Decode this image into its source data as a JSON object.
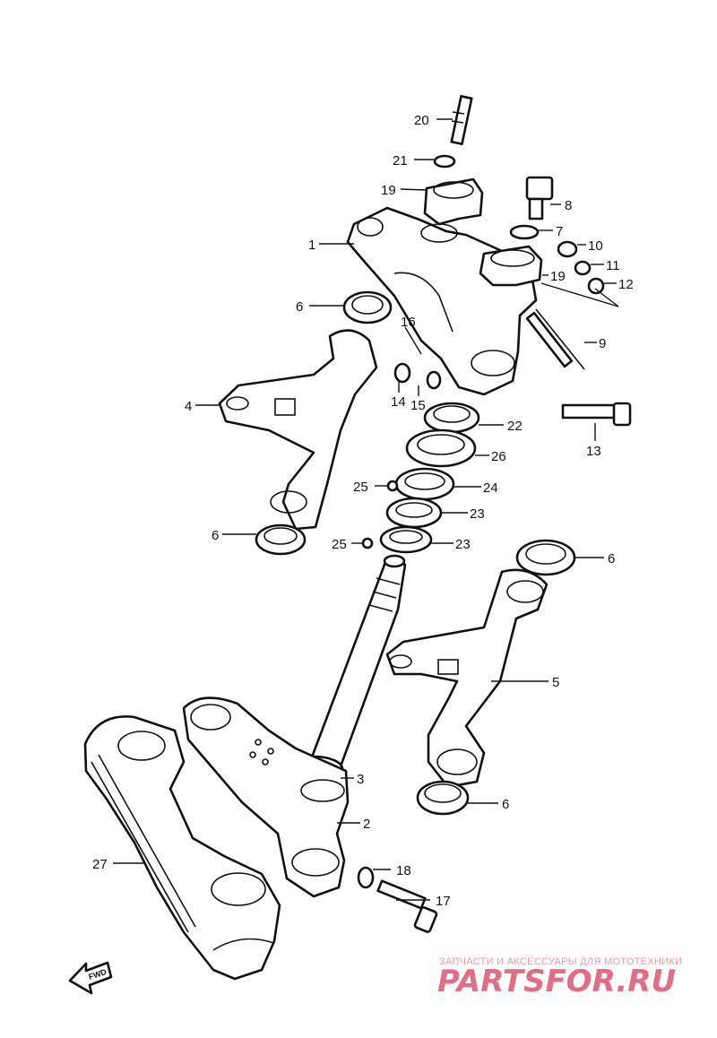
{
  "callouts": [
    {
      "id": "20",
      "label": "20"
    },
    {
      "id": "21",
      "label": "21"
    },
    {
      "id": "19a",
      "label": "19"
    },
    {
      "id": "8",
      "label": "8"
    },
    {
      "id": "7",
      "label": "7"
    },
    {
      "id": "1",
      "label": "1"
    },
    {
      "id": "10",
      "label": "10"
    },
    {
      "id": "11",
      "label": "11"
    },
    {
      "id": "19b",
      "label": "19"
    },
    {
      "id": "12",
      "label": "12"
    },
    {
      "id": "6a",
      "label": "6"
    },
    {
      "id": "16",
      "label": "16"
    },
    {
      "id": "9",
      "label": "9"
    },
    {
      "id": "4",
      "label": "4"
    },
    {
      "id": "14",
      "label": "14"
    },
    {
      "id": "15",
      "label": "15"
    },
    {
      "id": "22",
      "label": "22"
    },
    {
      "id": "13",
      "label": "13"
    },
    {
      "id": "26",
      "label": "26"
    },
    {
      "id": "25a",
      "label": "25"
    },
    {
      "id": "24",
      "label": "24"
    },
    {
      "id": "23a",
      "label": "23"
    },
    {
      "id": "6b",
      "label": "6"
    },
    {
      "id": "25b",
      "label": "25"
    },
    {
      "id": "23b",
      "label": "23"
    },
    {
      "id": "6c",
      "label": "6"
    },
    {
      "id": "5",
      "label": "5"
    },
    {
      "id": "3",
      "label": "3"
    },
    {
      "id": "2",
      "label": "2"
    },
    {
      "id": "27",
      "label": "27"
    },
    {
      "id": "18",
      "label": "18"
    },
    {
      "id": "6d",
      "label": "6"
    },
    {
      "id": "17",
      "label": "17"
    }
  ],
  "fwd_label": "FWD",
  "watermark": {
    "tagline": "ЗАПЧАСТИ И АКСЕССУАРЫ ДЛЯ МОТОТЕХНИКИ",
    "brand": "PARTSFOR.RU"
  }
}
